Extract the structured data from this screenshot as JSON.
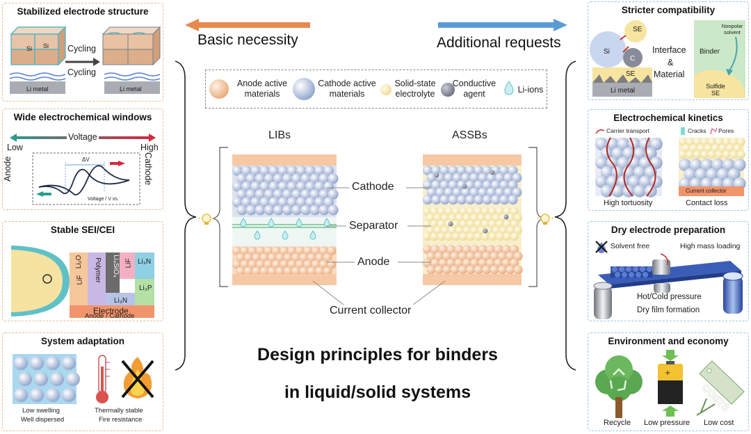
{
  "header": {
    "left_arrow_label": "Basic necessity",
    "right_arrow_label": "Additional requests"
  },
  "colors": {
    "left_accent": "#e8894d",
    "right_accent": "#5b9bd5",
    "left_panel_border": "#e9b98f",
    "right_panel_border": "#9dc4dd"
  },
  "legend": [
    {
      "label": "Anode active materials",
      "icon": "anode-sphere-icon"
    },
    {
      "label": "Cathode active materials",
      "icon": "cathode-sphere-icon"
    },
    {
      "label": "Solid-state electrolyte",
      "icon": "electrolyte-sphere-icon"
    },
    {
      "label": "Conductive agent",
      "icon": "conductive-agent-icon"
    },
    {
      "label": "Li-ions",
      "icon": "li-ion-drop-icon"
    }
  ],
  "batteries": {
    "lib_label": "LIBs",
    "assb_label": "ASSBs",
    "layers": {
      "cathode": "Cathode",
      "separator": "Separator",
      "anode": "Anode",
      "current_collector": "Current collector"
    }
  },
  "main_title": {
    "line1": "Design principles for binders",
    "line2": "in liquid/solid systems"
  },
  "left_panels": [
    {
      "title": "Stabilized electrode structure",
      "si": "Si",
      "cycling_top": "Cycling",
      "cycling_bottom": "Cycling",
      "li_metal": "Li metal"
    },
    {
      "title": "Wide electrochemical windows",
      "voltage": "Voltage",
      "low": "Low",
      "high": "High",
      "anode": "Anode",
      "cathode": "Cathode",
      "delta_v": "ΔV",
      "xaxis": "Voltage / V vs."
    },
    {
      "title": "Stable SEI/CEI",
      "li2o": "Li₂O",
      "lif_a": "LiF",
      "polymer": "Polymer",
      "li4sio4": "Li₄SiO₄",
      "lif_b": "LiF",
      "li3n_a": "Li₃N",
      "li3n_b": "Li₃N",
      "li3p": "Li₃P",
      "electrode": "Electrode",
      "anode_cathode": "Anode / Cathode"
    },
    {
      "title": "System adaptation",
      "low_swelling": "Low swelling",
      "well_dispersed": "Well dispersed",
      "thermally_stable": "Thermally stable",
      "fire_resistance": "Fire resistance"
    }
  ],
  "right_panels": [
    {
      "title": "Stricter compatibility",
      "se_top": "SE",
      "si": "Si",
      "c": "C",
      "se_bottom": "SE",
      "li_metal": "Li metal",
      "interface": "Interface",
      "amp": "&",
      "material": "Material",
      "nonpolar": "Nonpolar solvent",
      "binder": "Binder",
      "sulfide": "Sulfide SE"
    },
    {
      "title": "Electrochemical kinetics",
      "carrier": "Carrier transport",
      "cracks": "Cracks",
      "pores": "Pores",
      "current_collector": "Current collector",
      "high_tortuosity": "High tortuosity",
      "contact_loss": "Contact loss"
    },
    {
      "title": "Dry electrode preparation",
      "solvent_free": "Solvent free",
      "high_mass": "High mass loading",
      "hot_cold": "Hot/Cold pressure",
      "dry_film": "Dry film formation"
    },
    {
      "title": "Environment and economy",
      "recycle": "Recycle",
      "low_pressure": "Low pressure",
      "low_cost": "Low cost",
      "costs": "COSTS"
    }
  ]
}
